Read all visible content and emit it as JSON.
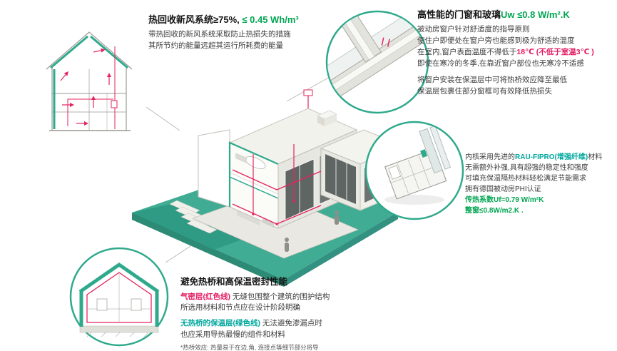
{
  "colors": {
    "teal": "#2fa98c",
    "green_text": "#00a551",
    "teal_text": "#00a79d",
    "red": "#e3175f",
    "platform_top": "#3fac93",
    "platform_side": "#2c8a75"
  },
  "ventilation": {
    "title_black": "热回收新风系统≥75%,",
    "title_green": " ≤ 0.45 Wh/m³",
    "line1": "带热回收的新风系统采取防止热损失的措施",
    "line2": "其所节约的能量远超其运行所耗费的能量"
  },
  "windows": {
    "title_black": "高性能的门窗和玻璃",
    "title_green": "Uw ≤0.8 W/m².K",
    "p1_l1": "被动房窗户针对舒适度的指导原则",
    "p1_l2": "使住户即便处在窗户旁也能感到极为舒适的温度",
    "p1_l3_pre": "在室内,窗户表面温度不得低于",
    "p1_l3_red": "18℃ (不低于室温3℃ )",
    "p1_l4": "即使在寒冷的冬季,在靠近窗户部位也无寒冷不适感",
    "p2_l1": "将窗户安装在保温层中可将热桥效应降至最低",
    "p2_l2": "保温层包裹住部分窗框可有效降低热损失"
  },
  "profile": {
    "l1_pre": "内核采用先进的",
    "l1_teal": "RAU-FIPRO(增强纤维)",
    "l1_post": "材料",
    "l2": "无需额外补强,具有超强的稳定性和强度",
    "l3": "可填充保温隔热材料轻松满足节能需求",
    "l4": "拥有德国被动房PHI认证",
    "l5": "传热系数Uf=0.79 W/m²K",
    "l6": "整窗≤0.8W/m2.K ."
  },
  "thermal": {
    "title": "避免热桥和高保温密封性能",
    "l1_red": "气密层(红色线)",
    "l1_rest": " 无缝包围整个建筑的围护结构",
    "l2": "所选用材料和节点应在设计阶段明确",
    "l3_teal": "无热桥的保温层(绿色线)",
    "l3_rest": " 无法避免渗漏点时",
    "l4": "也应采用导热最慢的组件和材料",
    "footnote": "*热桥效应: 热量易于在边,角, 连接点等细节部分将导"
  }
}
